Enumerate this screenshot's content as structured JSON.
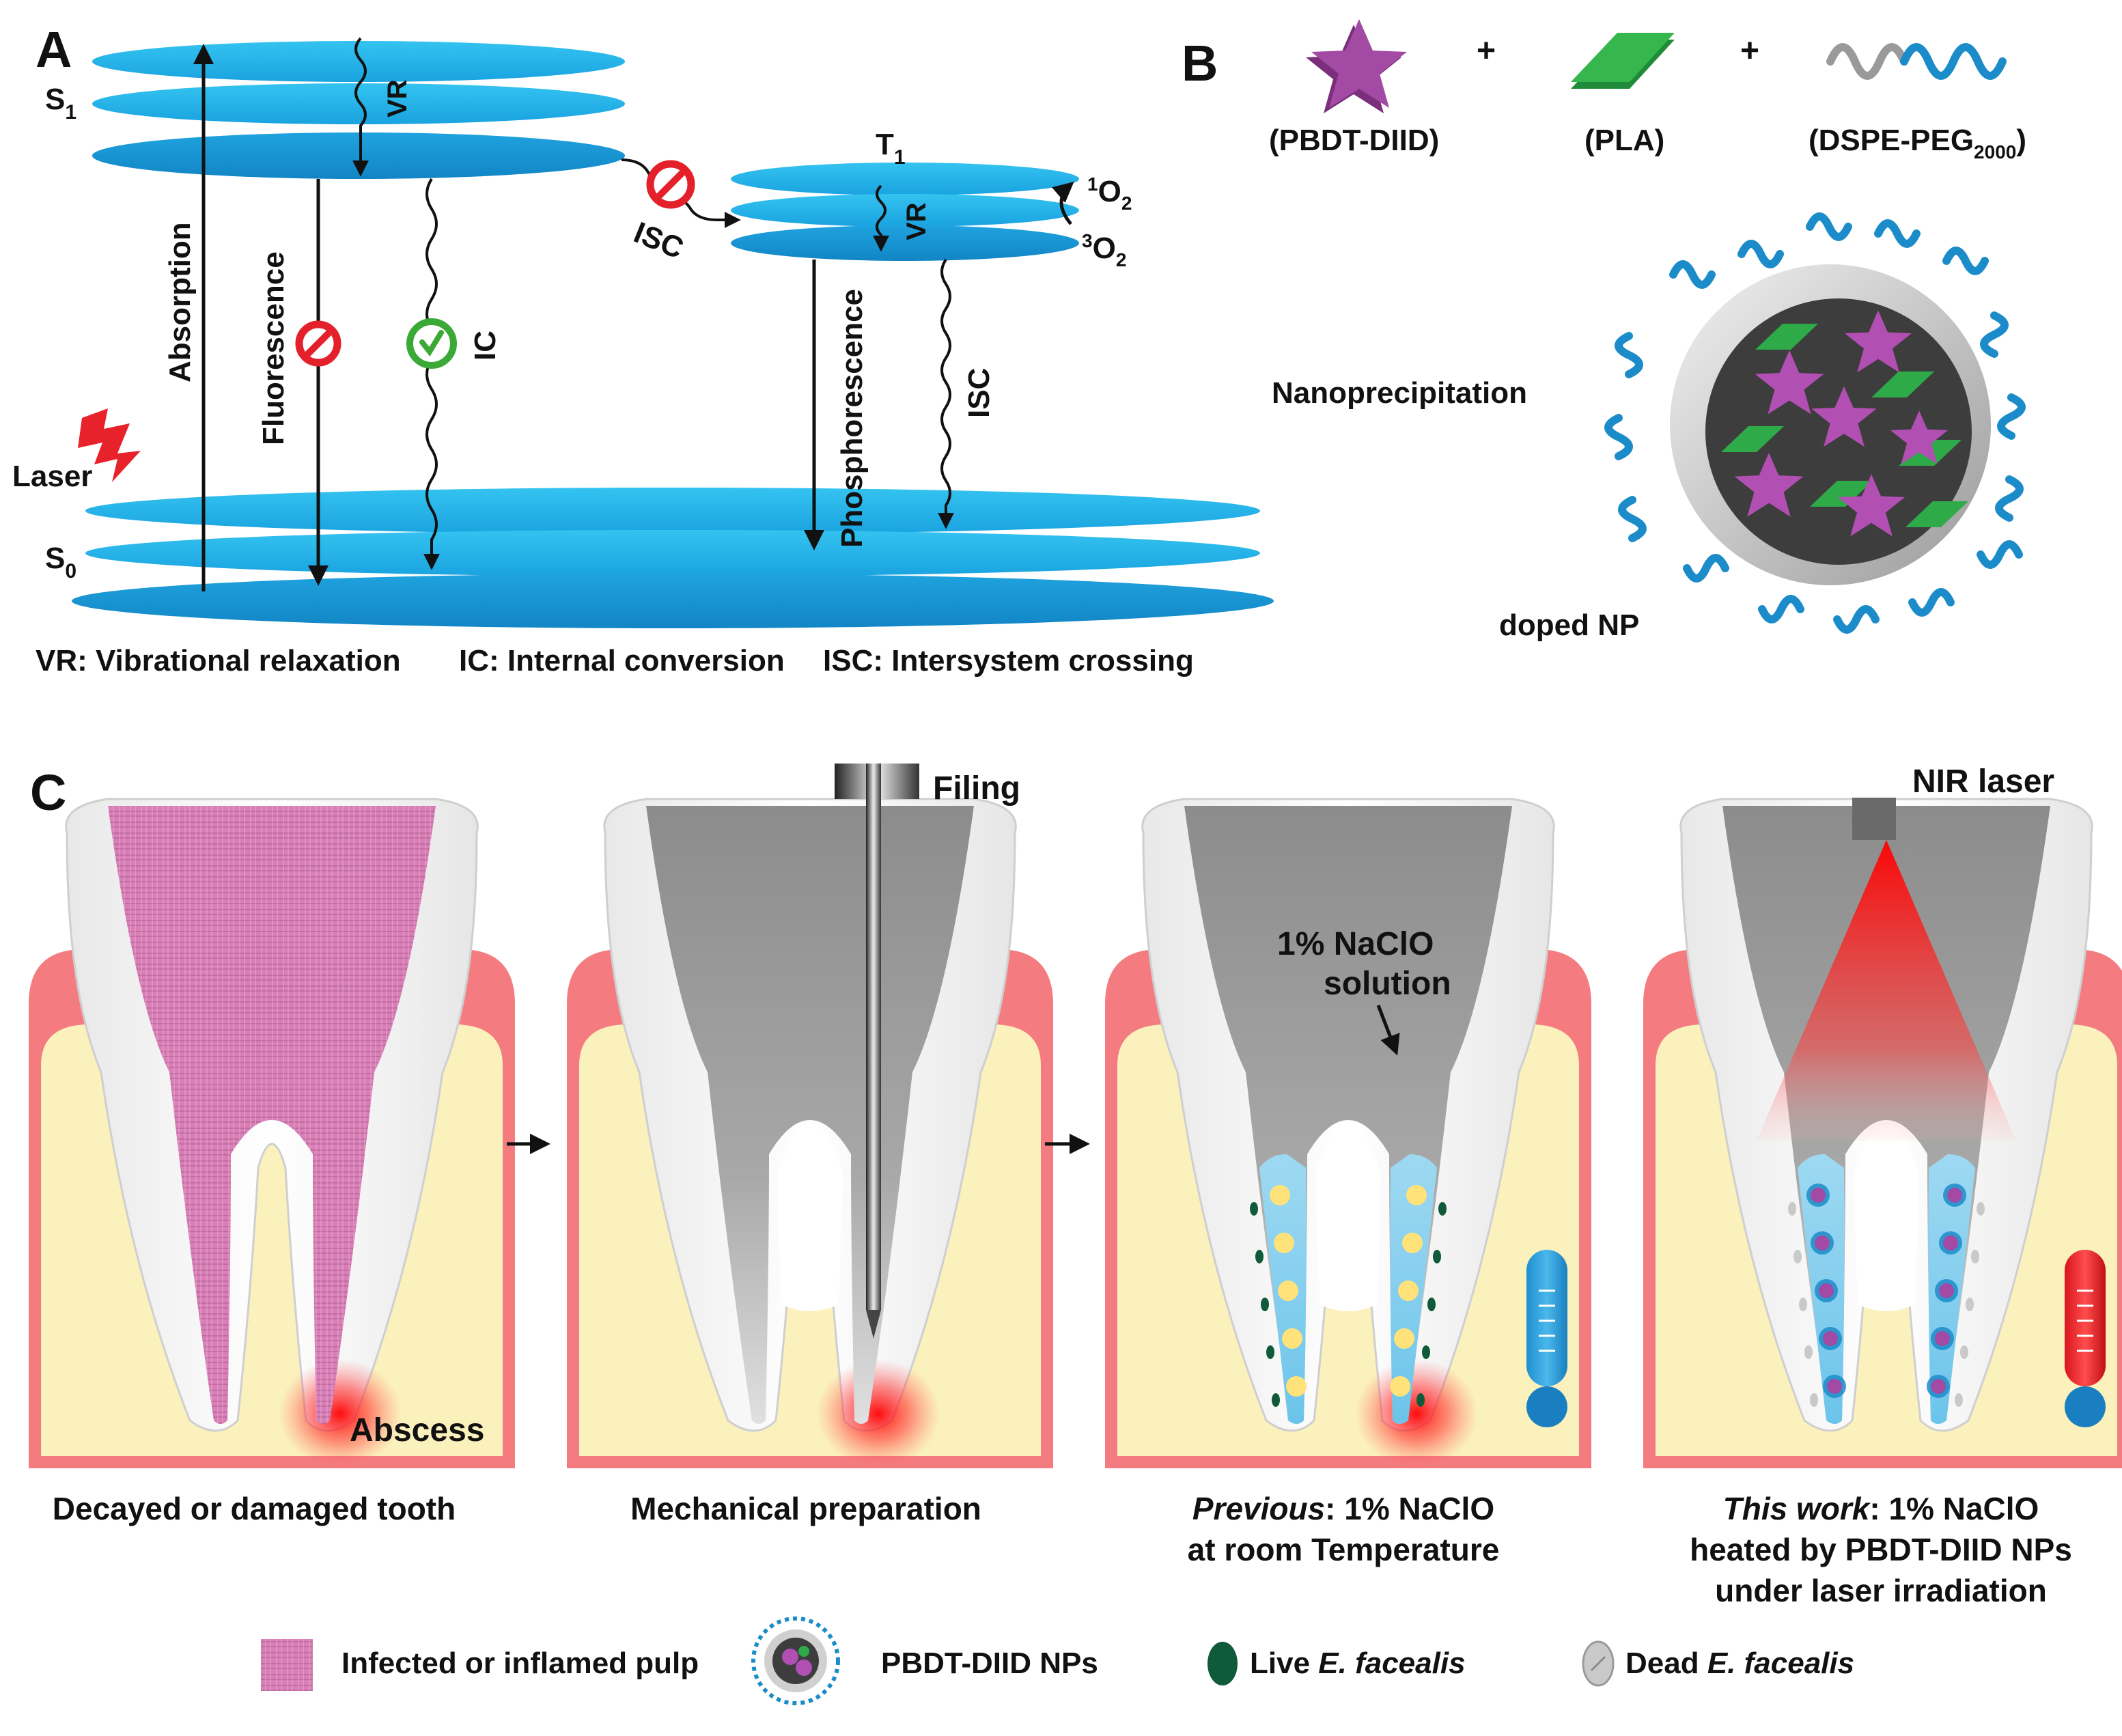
{
  "panels": {
    "a": {
      "letter": "A",
      "s1": {
        "main": "S",
        "sub": "1"
      },
      "s0": {
        "main": "S",
        "sub": "0"
      },
      "t1": {
        "main": "T",
        "sub": "1"
      },
      "vr_top": "VR",
      "vr_t1": "VR",
      "absorption": "Absorption",
      "fluorescence": "Fluorescence",
      "ic": "IC",
      "isc_cross": "ISC",
      "phosphorescence": "Phosphorescence",
      "isc_down": "ISC",
      "laser": "Laser",
      "singlet_oxygen": {
        "sup": "1",
        "main": "O",
        "sub": "2"
      },
      "triplet_oxygen": {
        "sup": "3",
        "main": "O",
        "sub": "2"
      },
      "definitions": {
        "vr": "VR: Vibrational relaxation",
        "ic": "IC: Internal conversion",
        "isc": "ISC: Intersystem crossing"
      }
    },
    "b": {
      "letter": "B",
      "plus": "+",
      "comp1": "(PBDT-DIID)",
      "comp2": "(PLA)",
      "comp3": {
        "main": "(DSPE-PEG",
        "sub": "2000",
        "end": ")"
      },
      "process": "Nanoprecipitation",
      "product": "doped NP"
    },
    "c": {
      "letter": "C",
      "filing": "Filing",
      "nir_laser": "NIR laser",
      "solution_line1": "1% NaClO",
      "solution_line2": "solution",
      "abscess": "Abscess",
      "captions": {
        "tooth1": "Decayed or damaged tooth",
        "tooth2": "Mechanical preparation",
        "tooth3_italic": "Previous",
        "tooth3_rest": ": 1% NaClO",
        "tooth3_line2": "at room Temperature",
        "tooth4_italic": "This work",
        "tooth4_rest": ": 1% NaClO",
        "tooth4_line2": "heated by PBDT-DIID NPs",
        "tooth4_line3": "under laser irradiation"
      }
    }
  },
  "legend": {
    "pulp": "Infected or inflamed pulp",
    "nps": "PBDT-DIID  NPs",
    "live_prefix": "Live ",
    "live_italic": "E. facealis",
    "dead_prefix": "Dead ",
    "dead_italic": "E. facealis"
  },
  "colors": {
    "level_blue": "#2bb8ec",
    "level_blue_dark": "#1594d4",
    "pulp_pink": "#d97fb8",
    "gum_red": "#f47c80",
    "bone_yellow": "#fbf1bd",
    "inhibit_red": "#e4202a",
    "allowed_green": "#3aa935",
    "star_purple": "#a0489f",
    "sheet_green": "#2eab48",
    "peg_blue": "#1b8cc9"
  }
}
